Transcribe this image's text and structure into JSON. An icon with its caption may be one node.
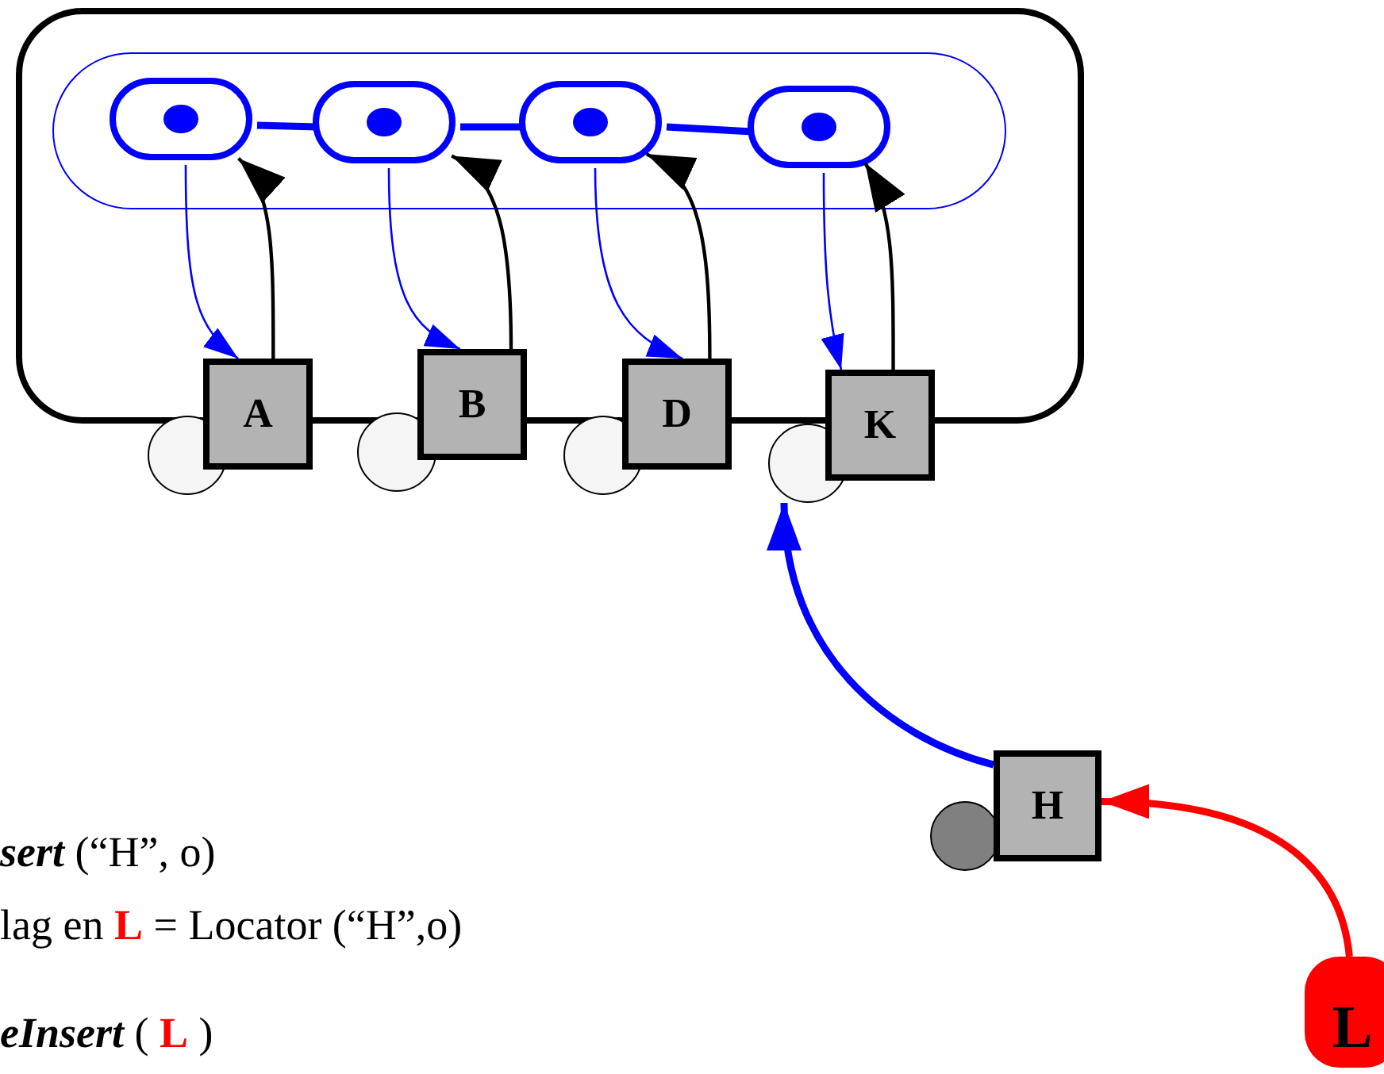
{
  "diagram": {
    "nodes": [
      {
        "text": [],
        "shape": "box"
      },
      {
        "text": [],
        "shape": "box",
        "in": 0
      },
      {
        "text": [],
        "shape": "box",
        "in": 1
      },
      {
        "text": [],
        "shape": "box",
        "in": 1
      },
      {
        "text": [],
        "shape": "box",
        "in": 1
      },
      {
        "text": [],
        "shape": "box",
        "in": 1
      },
      {
        "text": [
          "A"
        ]
      },
      {
        "text": [
          "B"
        ]
      },
      {
        "text": [
          "D"
        ]
      },
      {
        "text": [
          "K"
        ]
      },
      {
        "text": [],
        "shape": "circle"
      },
      {
        "text": [],
        "shape": "circle"
      },
      {
        "text": [],
        "shape": "circle"
      },
      {
        "text": [],
        "shape": "circle"
      },
      {
        "text": [
          "H"
        ]
      },
      {
        "text": [],
        "shape": "circle"
      },
      {
        "text": [
          "L"
        ]
      }
    ],
    "edges": [
      {
        "from": 2,
        "to": 3,
        "arrow": "none",
        "style": "thick"
      },
      {
        "from": 3,
        "to": 4,
        "arrow": "none",
        "style": "thick"
      },
      {
        "from": 4,
        "to": 5,
        "arrow": "none",
        "style": "thick"
      },
      {
        "from": 2,
        "to": 6,
        "arrow": "to"
      },
      {
        "from": 6,
        "to": 2,
        "arrow": "to",
        "color": "#000000"
      },
      {
        "from": 3,
        "to": 7,
        "arrow": "to"
      },
      {
        "from": 7,
        "to": 3,
        "arrow": "to",
        "color": "#000000"
      },
      {
        "from": 4,
        "to": 8,
        "arrow": "to"
      },
      {
        "from": 8,
        "to": 4,
        "arrow": "to",
        "color": "#000000"
      },
      {
        "from": 5,
        "to": 9,
        "arrow": "to"
      },
      {
        "from": 9,
        "to": 5,
        "arrow": "to",
        "color": "#000000"
      },
      {
        "from": 14,
        "to": 13,
        "arrow": "to",
        "style": "thick"
      },
      {
        "from": 16,
        "to": 14,
        "arrow": "to",
        "style": "thick",
        "color": "#ff0000"
      }
    ],
    "labels": [
      "*sert* (“H”, o)",
      "lag en **L** = Locator (“H”,o)",
      "*eInsert* ( **L** )"
    ]
  }
}
